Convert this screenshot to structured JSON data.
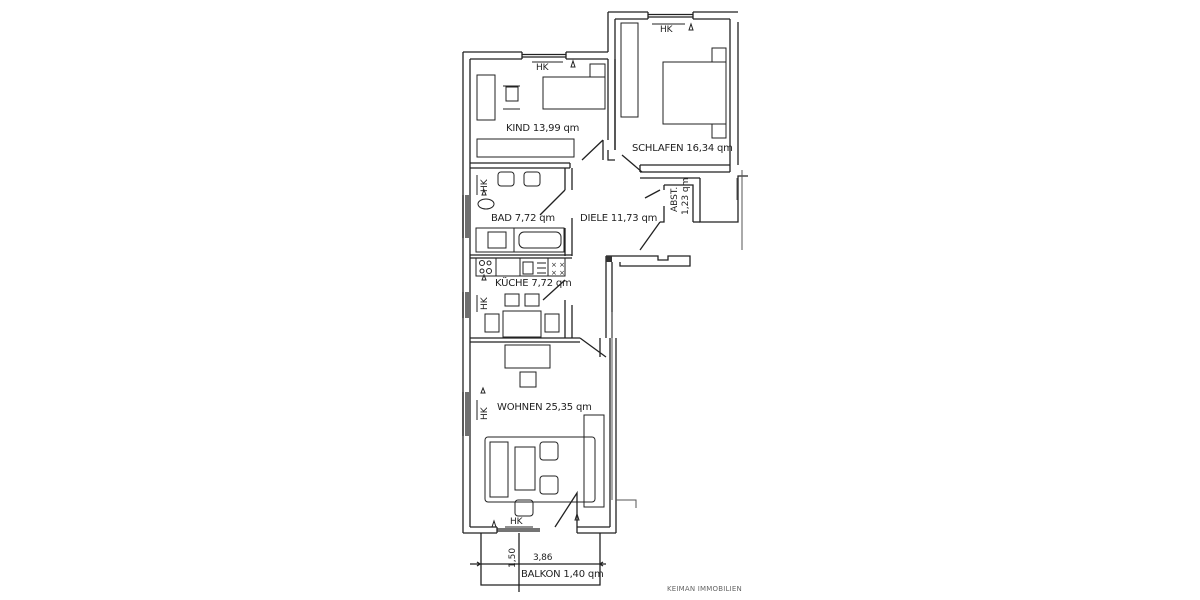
{
  "plan": {
    "rooms": [
      {
        "id": "kind",
        "name": "KIND",
        "area": "13,99 qm",
        "label": "KIND 13,99 qm"
      },
      {
        "id": "schlafen",
        "name": "SCHLAFEN",
        "area": "16,34 qm",
        "label": "SCHLAFEN 16,34 qm"
      },
      {
        "id": "bad",
        "name": "BAD",
        "area": "7,72 qm",
        "label": "BAD 7,72 qm"
      },
      {
        "id": "diele",
        "name": "DIELE",
        "area": "11,73 qm",
        "label": "DIELE 11,73 qm"
      },
      {
        "id": "abst",
        "name": "ABST.",
        "area": "1,23 qm",
        "label_line1": "ABST.",
        "label_line2": "1,23 qm"
      },
      {
        "id": "kueche",
        "name": "KÜCHE",
        "area": "7,72 qm",
        "label": "KÜCHE 7,72 qm"
      },
      {
        "id": "wohnen",
        "name": "WOHNEN",
        "area": "25,35 qm",
        "label": "WOHNEN 25,35 qm"
      },
      {
        "id": "balkon",
        "name": "BALKON",
        "area": "1,40 qm",
        "label": "BALKON 1,40 qm"
      }
    ],
    "heater_label": "HK",
    "dimensions": {
      "balkon_width": "3,86",
      "balkon_depth": "1,50"
    },
    "watermark": "KEIMAN IMMOBILIEN"
  }
}
